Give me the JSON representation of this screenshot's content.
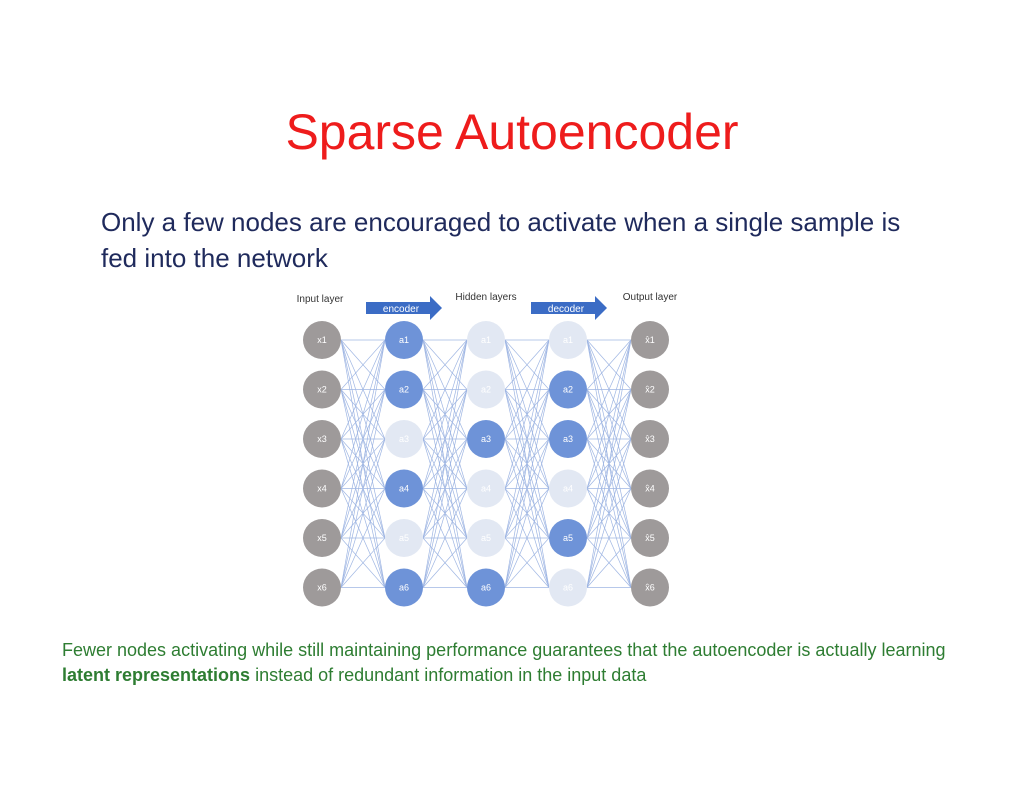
{
  "slide": {
    "title": "Sparse Autoencoder",
    "subtitle": "Only a few nodes are encouraged to activate when a single sample is fed into the network",
    "footnote_pre": "Fewer nodes activating while still maintaining performance guarantees that the autoencoder is actually learning ",
    "footnote_bold": "latent representations",
    "footnote_post": " instead of redundant information in the input data"
  },
  "diagram": {
    "labels": {
      "input": "Input layer",
      "hidden": "Hidden layers",
      "output": "Output layer",
      "encoder": "encoder",
      "decoder": "decoder"
    },
    "colors": {
      "input_node": "#9e9a9a",
      "active_node": "#6e93d8",
      "inactive_node": "#e2e8f3",
      "edge": "#9fb6e3",
      "arrow": "#3b6cc5"
    },
    "layers": [
      {
        "name": "input",
        "labels": [
          "x1",
          "x2",
          "x3",
          "x4",
          "x5",
          "x6"
        ],
        "active": [
          1,
          1,
          1,
          1,
          1,
          1
        ]
      },
      {
        "name": "hidden1",
        "labels": [
          "a1",
          "a2",
          "a3",
          "a4",
          "a5",
          "a6"
        ],
        "active": [
          1,
          1,
          0,
          1,
          0,
          1
        ]
      },
      {
        "name": "hidden2",
        "labels": [
          "a1",
          "a2",
          "a3",
          "a4",
          "a5",
          "a6"
        ],
        "active": [
          0,
          0,
          1,
          0,
          0,
          1
        ]
      },
      {
        "name": "hidden3",
        "labels": [
          "a1",
          "a2",
          "a3",
          "a4",
          "a5",
          "a6"
        ],
        "active": [
          0,
          1,
          1,
          0,
          1,
          0
        ]
      },
      {
        "name": "output",
        "labels": [
          "x̂1",
          "x̂2",
          "x̂3",
          "x̂4",
          "x̂5",
          "x̂6"
        ],
        "active": [
          1,
          1,
          1,
          1,
          1,
          1
        ]
      }
    ]
  }
}
